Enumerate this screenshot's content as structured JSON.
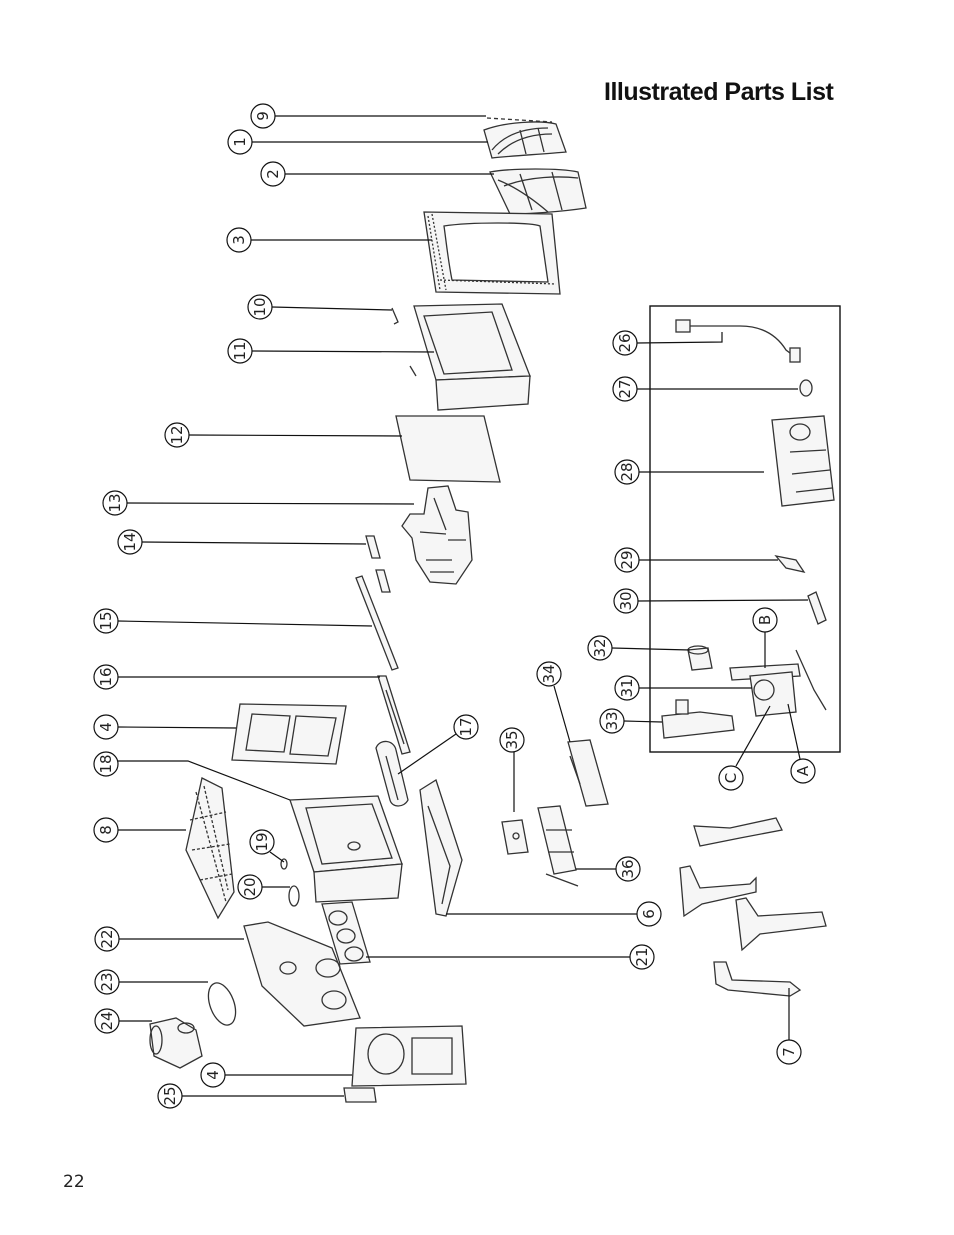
{
  "header": {
    "title": "Illustrated Parts List"
  },
  "footer": {
    "page_number": "22"
  },
  "callouts": [
    {
      "label": "9"
    },
    {
      "label": "1"
    },
    {
      "label": "2"
    },
    {
      "label": "3"
    },
    {
      "label": "10"
    },
    {
      "label": "11"
    },
    {
      "label": "12"
    },
    {
      "label": "13"
    },
    {
      "label": "14"
    },
    {
      "label": "15"
    },
    {
      "label": "16"
    },
    {
      "label": "4"
    },
    {
      "label": "18"
    },
    {
      "label": "17"
    },
    {
      "label": "8"
    },
    {
      "label": "19"
    },
    {
      "label": "20"
    },
    {
      "label": "22"
    },
    {
      "label": "23"
    },
    {
      "label": "24"
    },
    {
      "label": "4"
    },
    {
      "label": "25"
    },
    {
      "label": "35"
    },
    {
      "label": "34"
    },
    {
      "label": "36"
    },
    {
      "label": "6"
    },
    {
      "label": "21"
    },
    {
      "label": "26"
    },
    {
      "label": "27"
    },
    {
      "label": "28"
    },
    {
      "label": "29"
    },
    {
      "label": "30"
    },
    {
      "label": "32"
    },
    {
      "label": "B"
    },
    {
      "label": "31"
    },
    {
      "label": "33"
    },
    {
      "label": "C"
    },
    {
      "label": "A"
    },
    {
      "label": "7"
    }
  ]
}
